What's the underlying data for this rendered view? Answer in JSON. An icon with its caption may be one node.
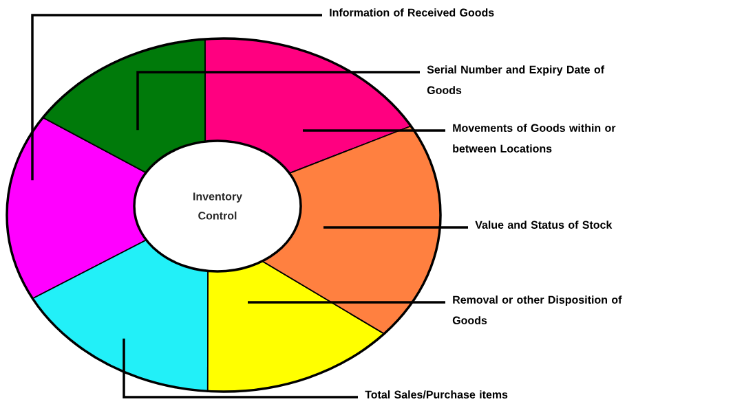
{
  "diagram": {
    "nodes": [
      {
        "text": [
          "Inventory Control"
        ]
      },
      {
        "text": [
          "Information of Received Goods"
        ]
      },
      {
        "text": [
          "Serial Number and Expiry Date of Goods"
        ]
      },
      {
        "text": [
          "Movements of Goods within or between Locations"
        ]
      },
      {
        "text": [
          "Value and Status of Stock"
        ]
      },
      {
        "text": [
          "Removal or other Disposition of Goods"
        ]
      },
      {
        "text": [
          "Total Sales/Purchase items"
        ]
      },
      {
        "text": [],
        "shape": "sector"
      },
      {
        "text": [],
        "shape": "sector"
      },
      {
        "text": [],
        "shape": "sector"
      },
      {
        "text": [],
        "shape": "sector"
      },
      {
        "text": [],
        "shape": "sector"
      },
      {
        "text": [],
        "shape": "sector"
      }
    ],
    "edges": [
      {
        "from": 1,
        "to": 7,
        "arrow": "none"
      },
      {
        "from": 2,
        "to": 9,
        "arrow": "none"
      },
      {
        "from": 3,
        "to": 11,
        "arrow": "none"
      },
      {
        "from": 4,
        "to": 12,
        "arrow": "none"
      },
      {
        "from": 5,
        "to": 10,
        "arrow": "none"
      },
      {
        "from": 6,
        "to": 8,
        "arrow": "none"
      }
    ]
  }
}
